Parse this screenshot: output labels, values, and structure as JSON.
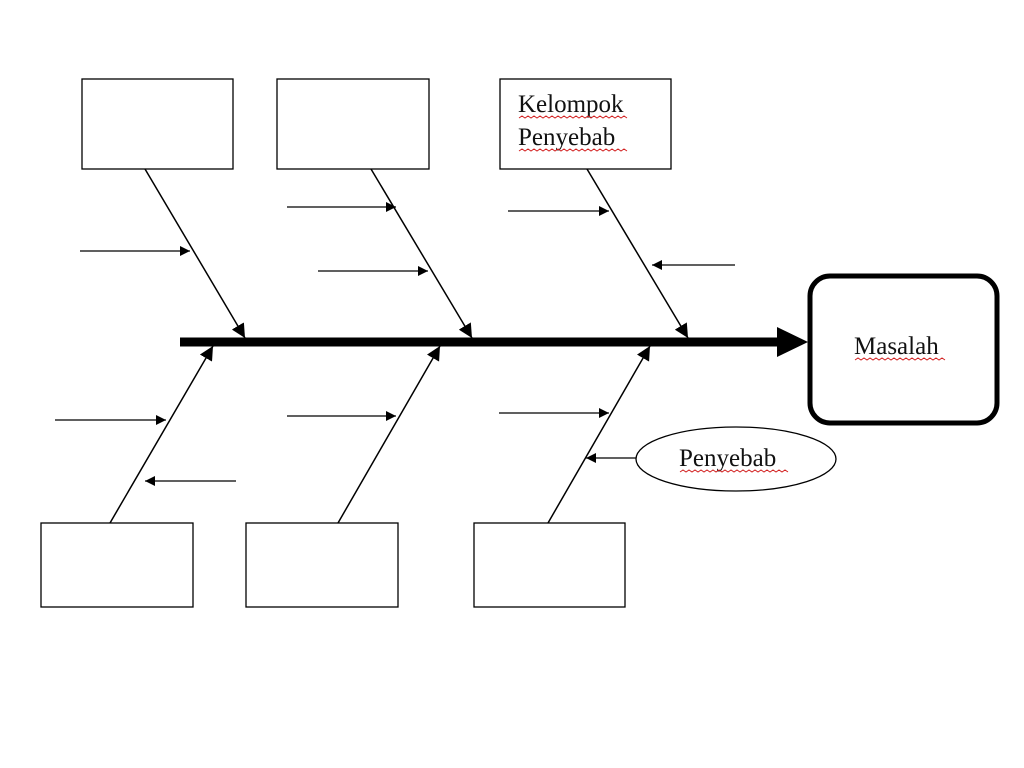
{
  "diagram": {
    "type": "fishbone",
    "head_label": "Masalah",
    "group_label_line1": "Kelompok",
    "group_label_line2": "Penyebab",
    "cause_label": "Penyebab",
    "colors": {
      "line": "#000000",
      "spellcheck_underline": "#d22020"
    }
  }
}
